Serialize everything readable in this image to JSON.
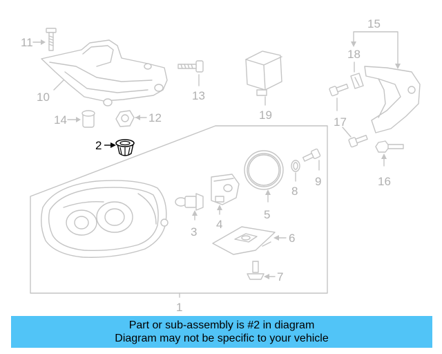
{
  "callouts": {
    "c1": "1",
    "c2": "2",
    "c3": "3",
    "c4": "4",
    "c5": "5",
    "c6": "6",
    "c7": "7",
    "c8": "8",
    "c9": "9",
    "c10": "10",
    "c11": "11",
    "c12": "12",
    "c13": "13",
    "c14": "14",
    "c15": "15",
    "c16": "16",
    "c17": "17",
    "c18": "18",
    "c19": "19"
  },
  "highlighted_part": "2",
  "banner": {
    "line1": "Part or sub-assembly is #2 in diagram",
    "line2": "Diagram may not be specific to your vehicle",
    "color": "#51c4f7"
  }
}
